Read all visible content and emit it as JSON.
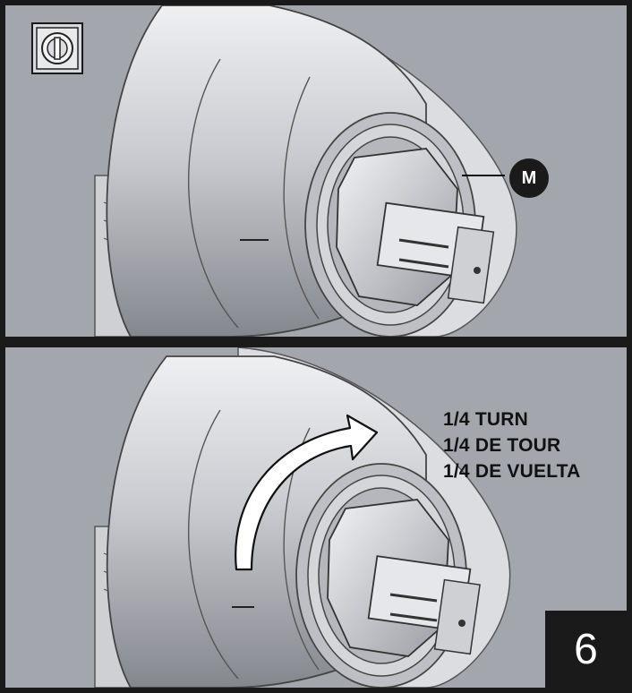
{
  "top_panel": {
    "callout_label": "M",
    "inset_icon": "cartridge-top-view-icon"
  },
  "bottom_panel": {
    "instructions": [
      "1/4 TURN",
      "1/4 DE TOUR",
      "1/4 DE VUELTA"
    ],
    "step_number": "6",
    "arrow_icon": "curved-rotation-arrow-icon"
  },
  "colors": {
    "panel_bg": "#a4a6ad",
    "frame": "#1a1a1a",
    "metal_light": "#e6e7ea",
    "metal_mid": "#c4c6cb",
    "metal_dark": "#8d8f96"
  }
}
